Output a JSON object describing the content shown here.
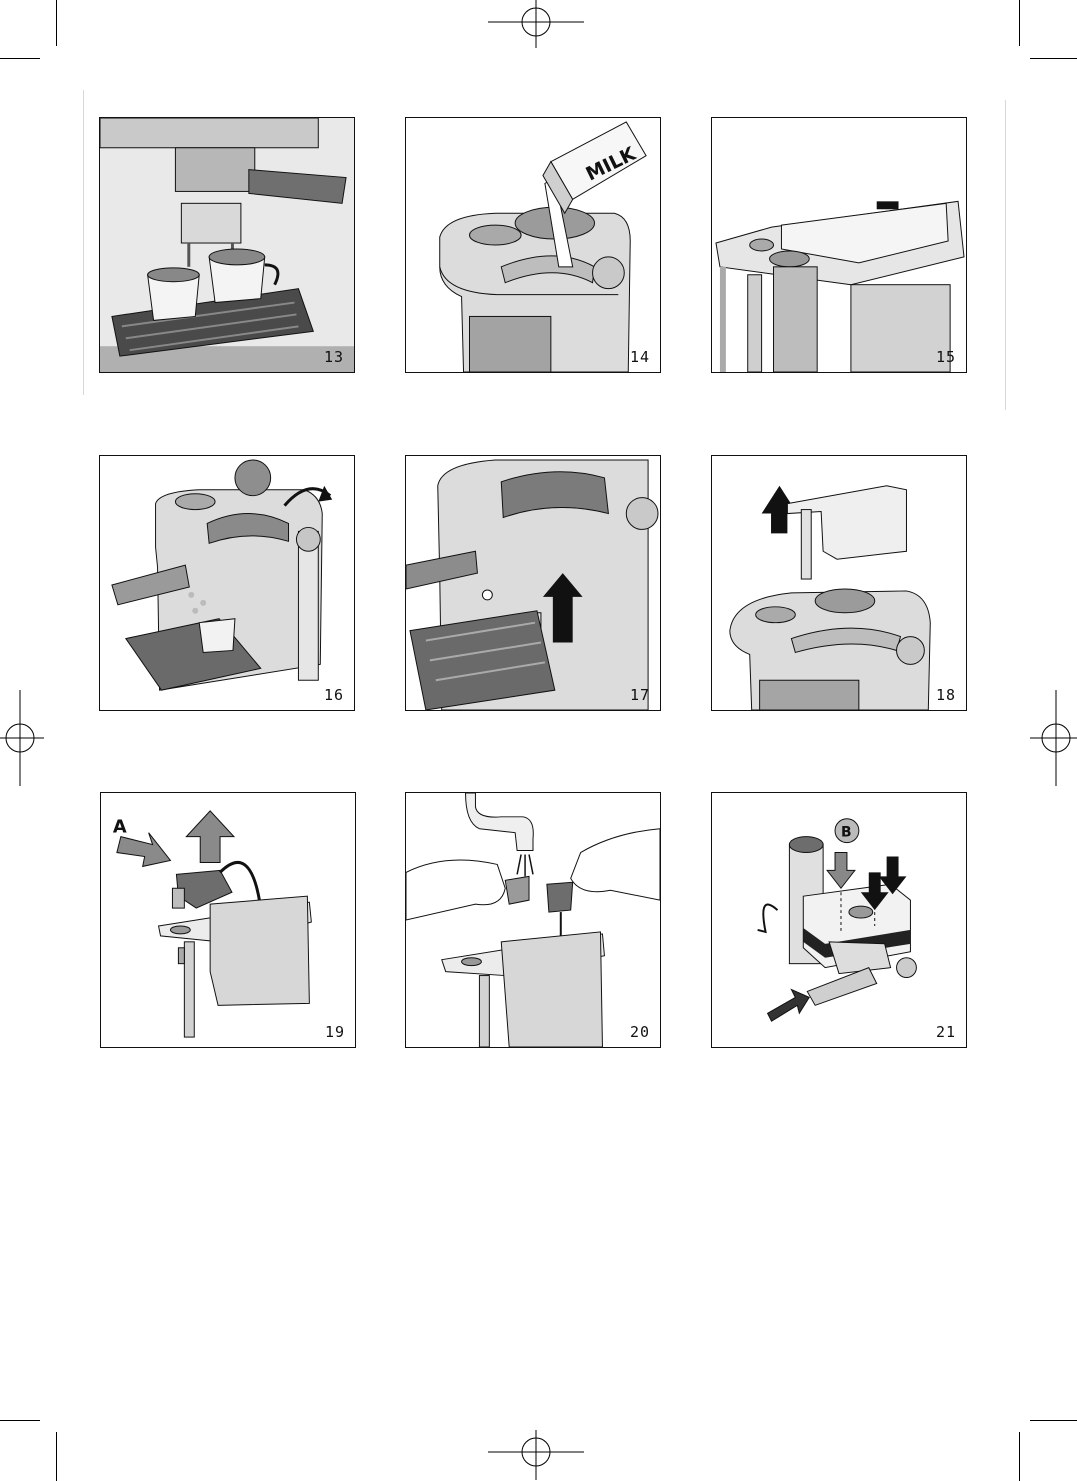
{
  "figures": [
    {
      "number": "13",
      "caption": ""
    },
    {
      "number": "14",
      "caption": "MILK"
    },
    {
      "number": "15",
      "caption": ""
    },
    {
      "number": "16",
      "caption": ""
    },
    {
      "number": "17",
      "caption": ""
    },
    {
      "number": "18",
      "caption": ""
    },
    {
      "number": "19",
      "caption": "A"
    },
    {
      "number": "20",
      "caption": ""
    },
    {
      "number": "21",
      "caption": "B"
    }
  ],
  "colors": {
    "line": "#111111",
    "gray_dark": "#7a7a7a",
    "gray_mid": "#b5b5b5",
    "gray_light": "#dcdcdc"
  }
}
